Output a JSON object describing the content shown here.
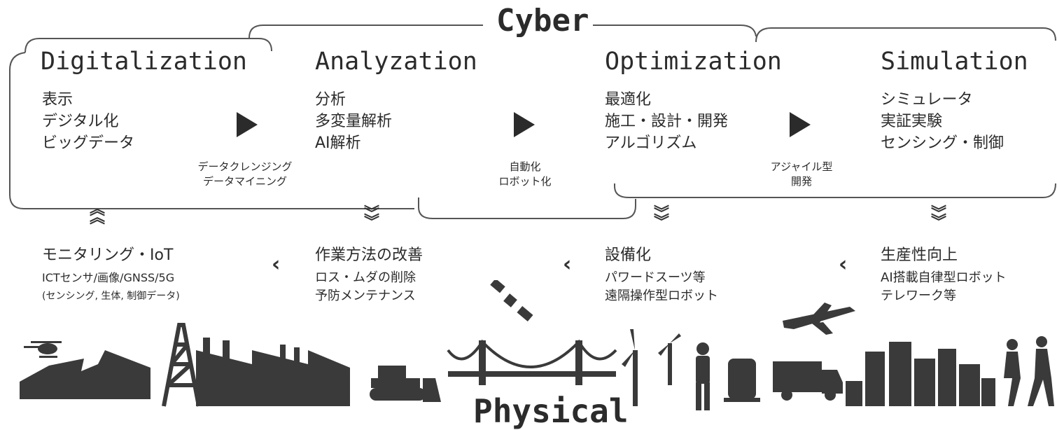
{
  "cyber": {
    "title": "Cyber"
  },
  "physical": {
    "title": "Physical"
  },
  "stages": [
    {
      "title": "Digitalization",
      "lines": [
        "表示",
        "デジタル化",
        "ビッグデータ"
      ]
    },
    {
      "title": "Analyzation",
      "lines": [
        "分析",
        "多変量解析",
        "AI解析"
      ]
    },
    {
      "title": "Optimization",
      "lines": [
        "最適化",
        "施工・設計・開発",
        "アルゴリズム"
      ]
    },
    {
      "title": "Simulation",
      "lines": [
        "シミュレータ",
        "実証実験",
        "センシング・制御"
      ]
    }
  ],
  "transitions": [
    {
      "lines": [
        "データクレンジング",
        "データマイニング"
      ]
    },
    {
      "lines": [
        "自動化",
        "ロボット化"
      ]
    },
    {
      "lines": [
        "アジャイル型",
        "開発"
      ]
    }
  ],
  "physical_items": [
    {
      "heading": "モニタリング・IoT",
      "lines": [
        "ICTセンサ/画像/GNSS/5G",
        "(センシング, 生体, 制御データ)"
      ]
    },
    {
      "heading": "作業方法の改善",
      "lines": [
        "ロス・ムダの削除",
        "予防メンテナンス"
      ]
    },
    {
      "heading": "設備化",
      "lines": [
        "パワードスーツ等",
        "遠隔操作型ロボット"
      ]
    },
    {
      "heading": "生産性向上",
      "lines": [
        "AI搭載自律型ロボット",
        "テレワーク等"
      ]
    }
  ],
  "icons": [
    "helicopter-icon",
    "mountain-road-icon",
    "oil-derrick-icon",
    "factory-icon",
    "bulldozer-icon",
    "satellite-icon",
    "suspension-bridge-icon",
    "wind-turbine-icon",
    "worker-icon",
    "train-icon",
    "airplane-icon",
    "truck-icon",
    "city-skyline-icon",
    "pedestrians-icon"
  ],
  "colors": {
    "ink": "#2b2b2b",
    "background": "#ffffff"
  }
}
